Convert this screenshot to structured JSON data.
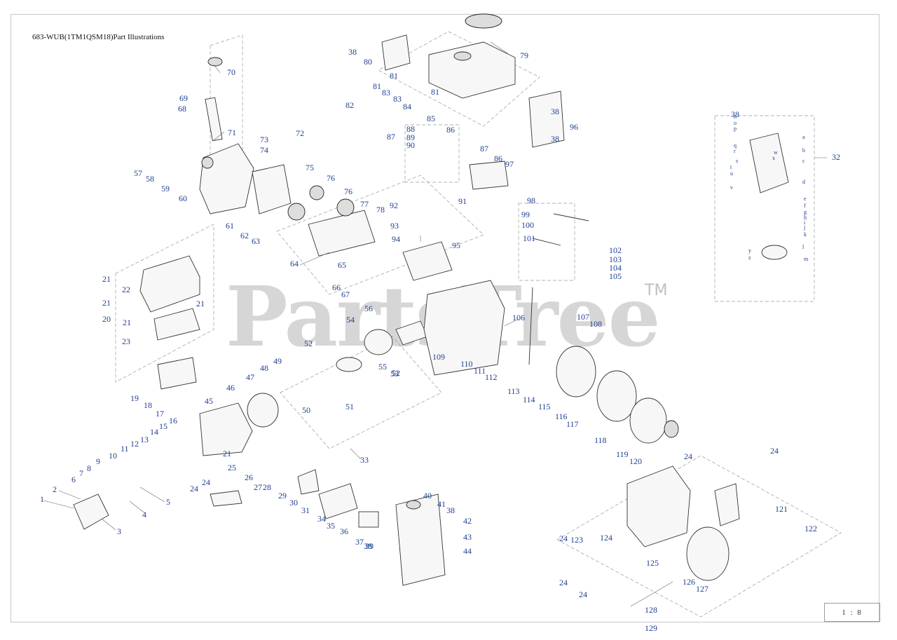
{
  "title": "683-WUB(1TM1QSM18)Part Illustrations",
  "scale": "1 : 8",
  "watermark": {
    "text": "PartsTree",
    "tm": "TM"
  },
  "callouts": [
    "1",
    "2",
    "3",
    "4",
    "5",
    "6",
    "7",
    "8",
    "9",
    "10",
    "11",
    "12",
    "13",
    "14",
    "15",
    "16",
    "17",
    "18",
    "19",
    "20",
    "21",
    "21",
    "21",
    "21",
    "21",
    "22",
    "23",
    "24",
    "24",
    "24",
    "24",
    "24",
    "24",
    "24",
    "25",
    "26",
    "27",
    "28",
    "29",
    "30",
    "31",
    "32",
    "33",
    "34",
    "35",
    "36",
    "37",
    "38",
    "38",
    "38",
    "38",
    "38",
    "38",
    "39",
    "40",
    "41",
    "42",
    "43",
    "44",
    "45",
    "46",
    "47",
    "48",
    "49",
    "50",
    "51",
    "52",
    "52",
    "53",
    "54",
    "55",
    "56",
    "57",
    "58",
    "59",
    "60",
    "61",
    "62",
    "63",
    "64",
    "65",
    "66",
    "67",
    "68",
    "69",
    "70",
    "71",
    "72",
    "73",
    "74",
    "75",
    "76",
    "76",
    "77",
    "78",
    "79",
    "80",
    "81",
    "81",
    "81",
    "82",
    "83",
    "83",
    "84",
    "85",
    "86",
    "86",
    "87",
    "87",
    "88",
    "89",
    "90",
    "91",
    "92",
    "93",
    "94",
    "95",
    "96",
    "97",
    "98",
    "99",
    "100",
    "101",
    "102",
    "103",
    "104",
    "105",
    "106",
    "107",
    "108",
    "109",
    "110",
    "111",
    "112",
    "113",
    "114",
    "115",
    "116",
    "117",
    "118",
    "119",
    "120",
    "121",
    "122",
    "123",
    "124",
    "125",
    "126",
    "127",
    "128",
    "129"
  ],
  "carburetor_letters": [
    "a",
    "b",
    "c",
    "d",
    "e",
    "f",
    "g",
    "h",
    "i",
    "j",
    "k",
    "l",
    "m",
    "n",
    "o",
    "p",
    "q",
    "r",
    "s",
    "t",
    "u",
    "v",
    "w",
    "x",
    "y",
    "z"
  ]
}
